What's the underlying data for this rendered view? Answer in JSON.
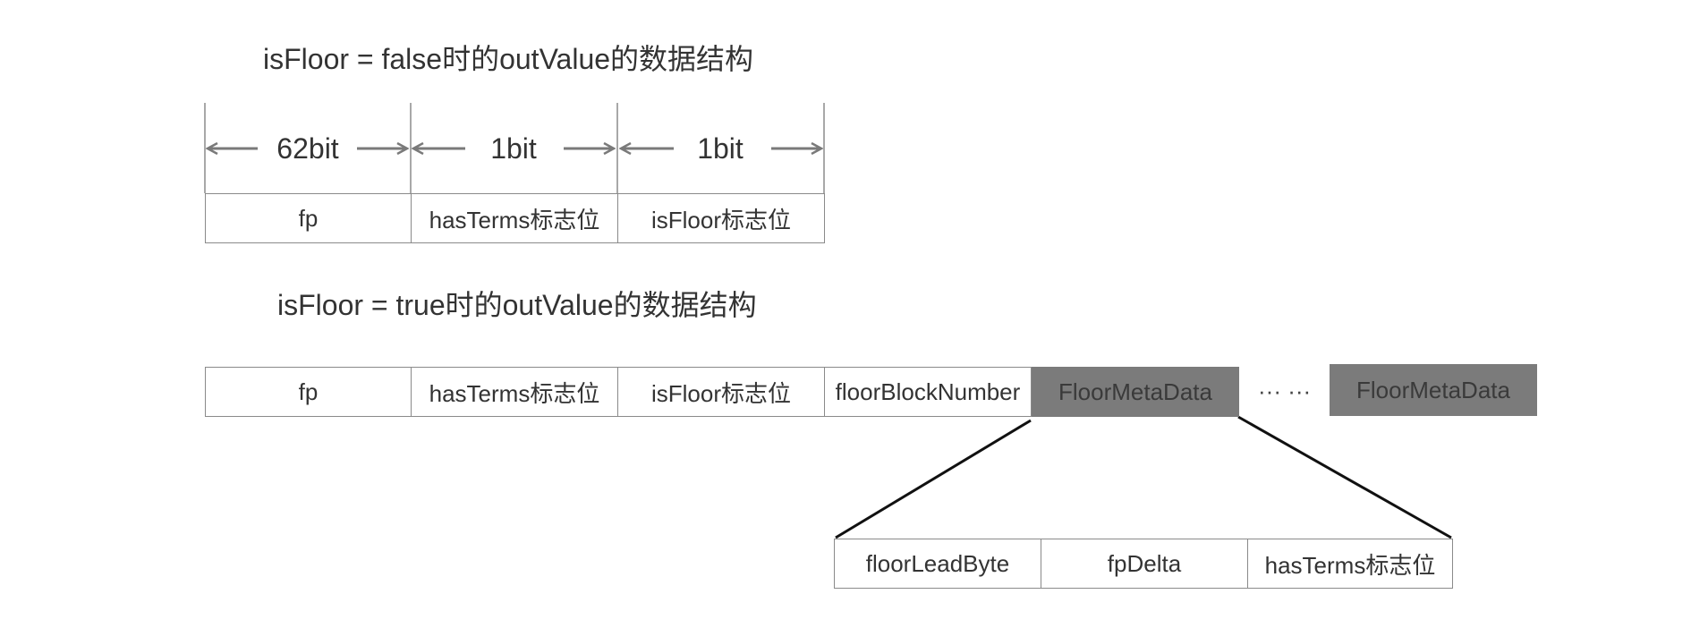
{
  "diagram": {
    "title_false": "isFloor = false时的outValue的数据结构",
    "title_true": "isFloor = true时的outValue的数据结构",
    "bit_widths": [
      "62bit",
      "1bit",
      "1bit"
    ],
    "false_layout_cells": [
      "fp",
      "hasTerms标志位",
      "isFloor标志位"
    ],
    "true_layout_cells": [
      "fp",
      "hasTerms标志位",
      "isFloor标志位",
      "floorBlockNumber",
      "FloorMetaData"
    ],
    "ellipsis": "··· ···",
    "last_block": "FloorMetaData",
    "floor_meta_fields": [
      "floorLeadByte",
      "fpDelta",
      "hasTerms标志位"
    ]
  },
  "colors": {
    "text": "#333333",
    "border": "#8a8a8a",
    "highlight_fill": "#7b7b7b",
    "arrow": "#7a7a7a",
    "zoom_line": "#111111"
  }
}
